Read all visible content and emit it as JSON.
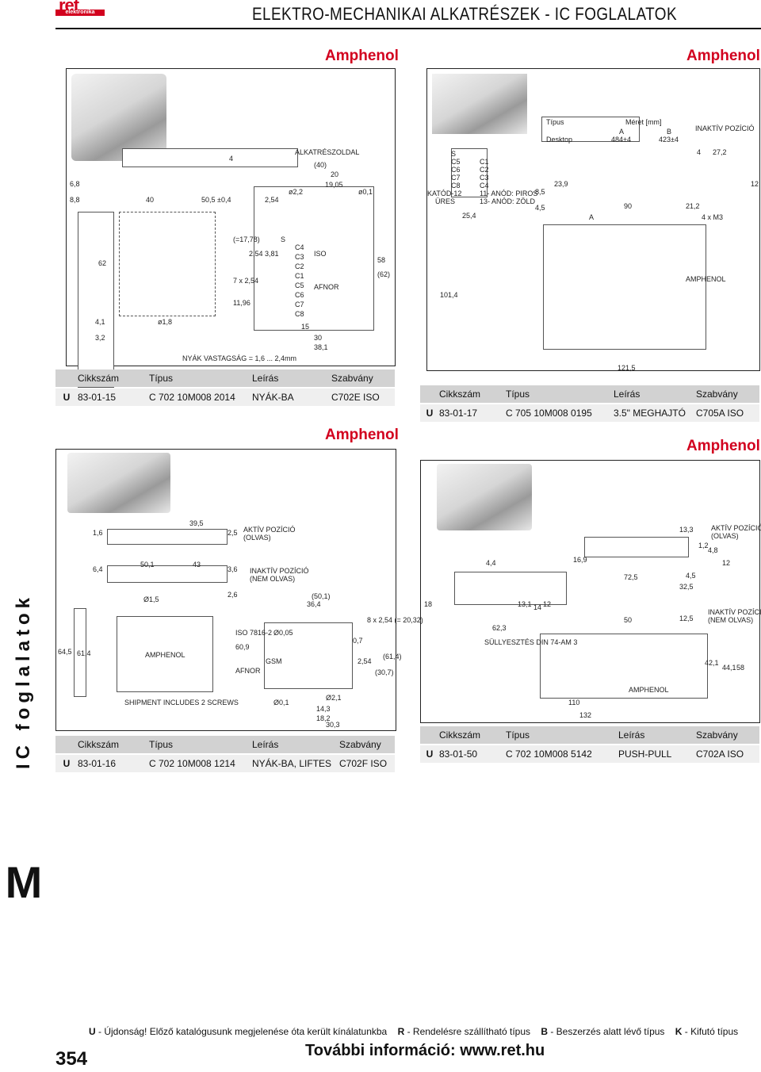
{
  "header": {
    "logo_top": "ret",
    "logo_bottom": "elektronika",
    "title": "ELEKTRO-MECHANIKAI ALKATRÉSZEK - IC FOGLALATOK"
  },
  "brand": "Amphenol",
  "sections": [
    {
      "brand": "Amphenol",
      "labels": [
        "ALKATRÉSZOLDAL",
        "(40)",
        "20",
        "19,05",
        "6,8",
        "8,8",
        "40",
        "50,5 ±0,4",
        "2,54",
        "ø2,2",
        "ø0,1",
        "4",
        "62",
        "4,1",
        "3,2",
        "ø1,8",
        "11,96",
        "7 x 2,54",
        "(=17,78)",
        "2,54",
        "3,81",
        "15",
        "30",
        "38,1",
        "58",
        "(62)",
        "ISO",
        "AFNOR",
        "S",
        "C4",
        "C3",
        "C2",
        "C1",
        "C5",
        "C6",
        "C7",
        "C8"
      ],
      "note": "NYÁK VASTAGSÁG = 1,6 ... 2,4mm",
      "table": {
        "headers": [
          "Cikkszám",
          "Típus",
          "Leírás",
          "Szabvány"
        ],
        "rows": [
          {
            "mark": "U",
            "cikkszam": "83-01-15",
            "tipus": "C 702 10M008 2014",
            "leiras": "NYÁK-BA",
            "szabvany": "C702E ISO"
          }
        ]
      }
    },
    {
      "brand": "Amphenol",
      "tipus_table": {
        "headers": [
          "Típus",
          "Méret [mm]",
          "A",
          "B"
        ],
        "row": [
          "Desktop",
          "484±4",
          "423±4"
        ]
      },
      "labels": [
        "INAKTÍV POZÍCIÓ",
        "27,2",
        "4",
        "12",
        "S",
        "C5",
        "C6",
        "C7",
        "C8",
        "KATÓD-12",
        "ÜRES",
        "C1",
        "C2",
        "C3",
        "C4",
        "11- ANÓD: PIROS",
        "13- ANÓD: ZÖLD",
        "25,4",
        "8,5",
        "4,5",
        "23,9",
        "A",
        "B",
        "90",
        "21,2",
        "4 x M3",
        "101,4",
        "121,5",
        "AMPHENOL"
      ],
      "table": {
        "headers": [
          "Cikkszám",
          "Típus",
          "Leírás",
          "Szabvány"
        ],
        "rows": [
          {
            "mark": "U",
            "cikkszam": "83-01-17",
            "tipus": "C 705 10M008 0195",
            "leiras": "3.5\" MEGHAJTÓ",
            "szabvany": "C705A ISO"
          }
        ]
      }
    },
    {
      "brand": "Amphenol",
      "labels": [
        "39,5",
        "2,5",
        "1,6",
        "AKTÍV POZÍCIÓ",
        "(OLVAS)",
        "50,1",
        "43",
        "3,6",
        "6,4",
        "INAKTÍV POZÍCIÓ",
        "(NEM OLVAS)",
        "Ø1,5",
        "2,6",
        "(50,1)",
        "36,4",
        "64,5",
        "61,4",
        "AMPHENOL",
        "60,9",
        "AFNOR",
        "ISO 7816-2",
        "Ø0,05",
        "GSM",
        "0,7",
        "2,54",
        "8 x 2,54 (= 20,32)",
        "(30,7)",
        "(61,4)",
        "Ø2,1",
        "Ø0,1",
        "14,3",
        "18,2",
        "30,3",
        "SHIPMENT INCLUDES 2 SCREWS"
      ],
      "table": {
        "headers": [
          "Cikkszám",
          "Típus",
          "Leírás",
          "Szabvány"
        ],
        "rows": [
          {
            "mark": "U",
            "cikkszam": "83-01-16",
            "tipus": "C 702 10M008 1214",
            "leiras": "NYÁK-BA, LIFTES",
            "szabvany": "C702F ISO"
          }
        ]
      }
    },
    {
      "brand": "Amphenol",
      "labels": [
        "13,3",
        "AKTÍV POZÍCIÓ",
        "(OLVAS)",
        "1,2",
        "4,8",
        "12",
        "16,9",
        "4,4",
        "72,5",
        "4,5",
        "32,5",
        "18",
        "13,1",
        "14",
        "12",
        "62,3",
        "50",
        "12,5",
        "INAKTÍV POZÍCIÓ",
        "(NEM OLVAS)",
        "SÜLLYESZTÉS DIN 74-AM 3",
        "42,1",
        "44,1",
        "58",
        "AMPHENOL",
        "110",
        "132"
      ],
      "table": {
        "headers": [
          "Cikkszám",
          "Típus",
          "Leírás",
          "Szabvány"
        ],
        "rows": [
          {
            "mark": "U",
            "cikkszam": "83-01-50",
            "tipus": "C 702 10M008 5142",
            "leiras": "PUSH-PULL",
            "szabvany": "C702A ISO"
          }
        ]
      }
    }
  ],
  "sidebar": {
    "text": "IC foglalatok",
    "letter": "M"
  },
  "footer": {
    "legend": [
      {
        "key": "U",
        "text": " - Újdonság! Előző katalógusunk megjelenése óta került kínálatunkba"
      },
      {
        "key": "R",
        "text": " - Rendelésre szállítható típus"
      },
      {
        "key": "B",
        "text": " - Beszerzés alatt lévő típus"
      },
      {
        "key": "K",
        "text": " - Kifutó típus"
      }
    ],
    "page_number": "354",
    "more_info": "További információ: www.ret.hu"
  },
  "colors": {
    "brand": "#d2001e",
    "table_head": "#d2d2d2",
    "table_row": "#efefef"
  }
}
